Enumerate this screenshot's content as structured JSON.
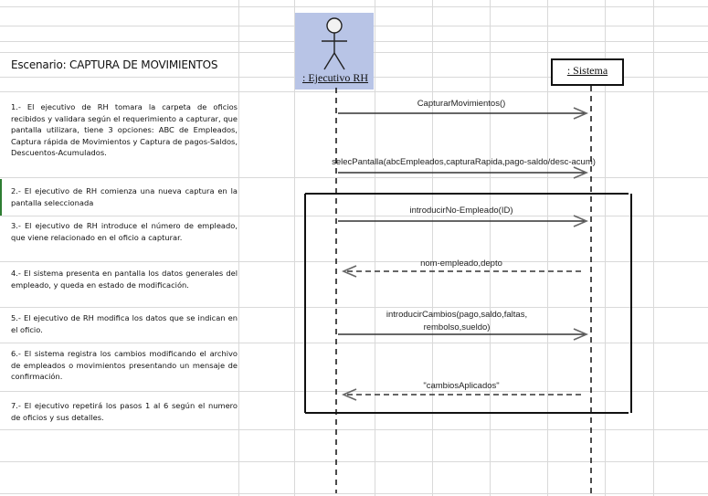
{
  "scenario_title": "Escenario:  CAPTURA DE MOVIMIENTOS",
  "steps": [
    "1.-          El ejecutivo de RH tomara la carpeta de oficios recibidos y validara según el requerimiento a capturar, que pantalla utilizara, tiene 3 opciones: ABC de Empleados, Captura rápida de Movimientos y Captura de pagos-Saldos, Descuentos-Acumulados.",
    "2.-     El ejecutivo de RH comienza una nueva captura en la pantalla seleccionada",
    "3.-     El ejecutivo de RH introduce el número de empleado, que viene relacionado en el oficio a capturar.",
    "4.-     El sistema presenta en pantalla los datos generales del empleado, y queda en estado de modificación.",
    "5.-     El ejecutivo de RH modifica los datos que se indican en el oficio.",
    "6.-     El sistema registra los cambios modificando el archivo de empleados o movimientos presentando un mensaje de confirmación.",
    "7.-     El ejecutivo repetirá los pasos 1 al 6 según el numero de oficios y sus detalles."
  ],
  "lifelines": {
    "actor": ": Ejecutivo RH",
    "system": ": Sistema"
  },
  "messages": [
    {
      "label": "CapturarMovimientos()",
      "kind": "call"
    },
    {
      "label": "selecPantalla(abcEmpleados,capturaRapida,pago-saldo/desc-acum)",
      "kind": "call"
    },
    {
      "label": "introducirNo-Empleado(ID)",
      "kind": "call"
    },
    {
      "label": "nom-empleado,depto",
      "kind": "return"
    },
    {
      "label": "introducirCambios(pago,saldo,faltas,",
      "label2": "rembolso,sueldo)",
      "kind": "call"
    },
    {
      "label": "\"cambiosAplicados\"",
      "kind": "return"
    }
  ],
  "colors": {
    "actor_fill": "#b8c4e6",
    "grid": "#d9d9d9",
    "line": "#111111",
    "row_marker": "#2e7d32"
  },
  "icons": [
    "stick-figure-icon",
    "arrow-head-icon"
  ]
}
